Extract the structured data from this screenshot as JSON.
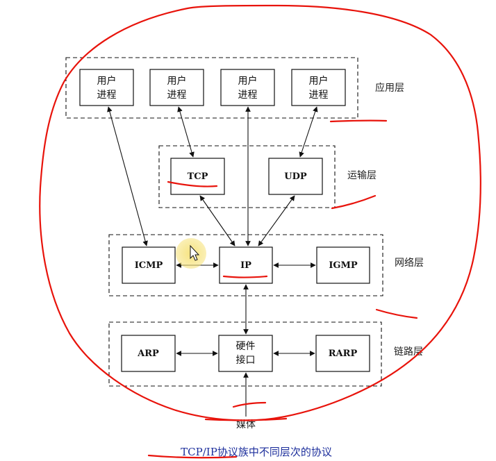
{
  "layers": {
    "application": "应用层",
    "transport": "运输层",
    "network": "网络层",
    "link": "链路层"
  },
  "user_process": {
    "line1": "用户",
    "line2": "进程"
  },
  "transport": {
    "tcp": "TCP",
    "udp": "UDP"
  },
  "network": {
    "icmp": "ICMP",
    "ip": "IP",
    "igmp": "IGMP"
  },
  "link": {
    "arp": "ARP",
    "hw_line1": "硬件",
    "hw_line2": "接口",
    "rarp": "RARP"
  },
  "medium": "媒体",
  "caption": "TCP/IP协议族中不同层次的协议",
  "colors": {
    "annotation": "#e8130b",
    "caption": "#1d2f9c",
    "highlight": "#f6e27a"
  }
}
